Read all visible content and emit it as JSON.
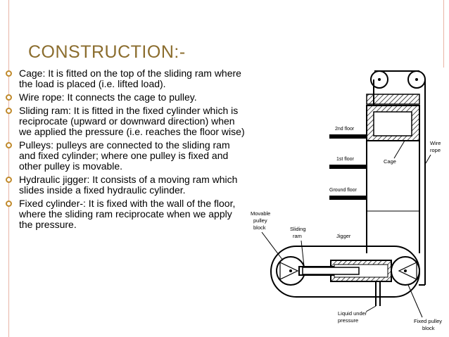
{
  "slide": {
    "title": "CONSTRUCTION:-",
    "bullets": [
      "Cage: It is fitted on the top of the sliding ram where the load is placed (i.e. lifted load).",
      "Wire rope: It connects the cage to pulley.",
      "Sliding ram: It is fitted in the fixed cylinder which is reciprocate (upward or downward direction) when we applied the pressure (i.e. reaches the floor wise)",
      "Pulleys: pulleys are connected to the sliding ram and fixed cylinder; where one pulley is fixed and other pulley is movable.",
      "Hydraulic jigger: It consists of a moving ram which slides inside a fixed hydraulic cylinder.",
      "Fixed cylinder-: It is fixed with the wall of the floor, where the sliding ram reciprocate when we apply the pressure."
    ]
  },
  "diagram": {
    "labels": {
      "floor_2": "2nd floor",
      "floor_1": "1st floor",
      "floor_ground": "Ground floor",
      "cage": "Cage",
      "wire_rope_1": "Wire",
      "wire_rope_2": "rope",
      "movable_1": "Movable",
      "movable_2": "pulley",
      "movable_3": "block",
      "sliding_1": "Sliding",
      "sliding_2": "ram",
      "jigger": "Jigger",
      "liquid_1": "Liquid under",
      "liquid_2": "pressure",
      "fixed_1": "Fixed pulley",
      "fixed_2": "block"
    }
  },
  "colors": {
    "title": "#8b6d2e",
    "bullet_marker": "#c08a2c",
    "accent_rule": "#e8b4a6"
  }
}
